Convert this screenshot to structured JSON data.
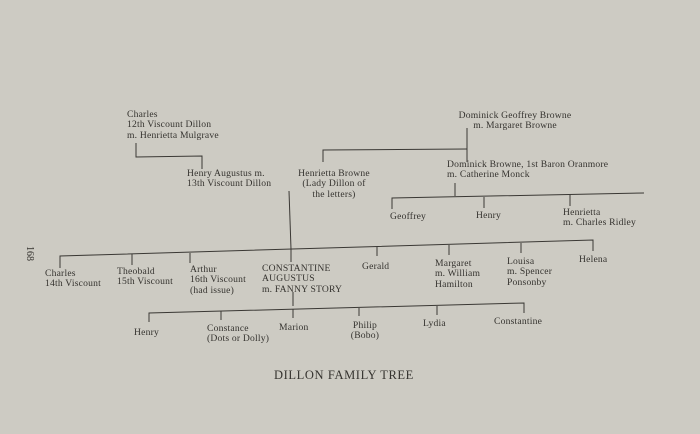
{
  "page_number": "168",
  "title": "DILLON FAMILY TREE",
  "people": {
    "charles12": [
      "Charles",
      "12th Viscount Dillon",
      "m. Henrietta Mulgrave"
    ],
    "henry13": [
      "Henry Augustus  m.",
      "13th Viscount Dillon"
    ],
    "henrietta_browne": [
      "Henrietta Browne",
      "(Lady Dillon of",
      "the letters)"
    ],
    "dominick_geoffrey": [
      "Dominick Geoffrey Browne",
      "m. Margaret Browne"
    ],
    "dominick_oranmore": [
      "Dominick Browne, 1st Baron Oranmore",
      "m. Catherine Monck"
    ],
    "geoffrey": [
      "Geoffrey"
    ],
    "henry_b": [
      "Henry"
    ],
    "henrietta_ridley": [
      "Henrietta",
      "m. Charles Ridley"
    ],
    "charles14": [
      "Charles",
      "14th Viscount"
    ],
    "theobald": [
      "Theobald",
      "15th Viscount"
    ],
    "arthur": [
      "Arthur",
      "16th Viscount",
      "(had issue)"
    ],
    "constantine_augustus": [
      "CONSTANTINE",
      "AUGUSTUS",
      "m. FANNY STORY"
    ],
    "gerald": [
      "Gerald"
    ],
    "margaret": [
      "Margaret",
      "m. William",
      "Hamilton"
    ],
    "louisa": [
      "Louisa",
      "m. Spencer",
      "Ponsonby"
    ],
    "helena": [
      "Helena"
    ],
    "henry_c": [
      "Henry"
    ],
    "constance": [
      "Constance",
      "(Dots or Dolly)"
    ],
    "marion": [
      "Marion"
    ],
    "philip": [
      "Philip",
      "(Bobo)"
    ],
    "lydia": [
      "Lydia"
    ],
    "constantine": [
      "Constantine"
    ]
  }
}
